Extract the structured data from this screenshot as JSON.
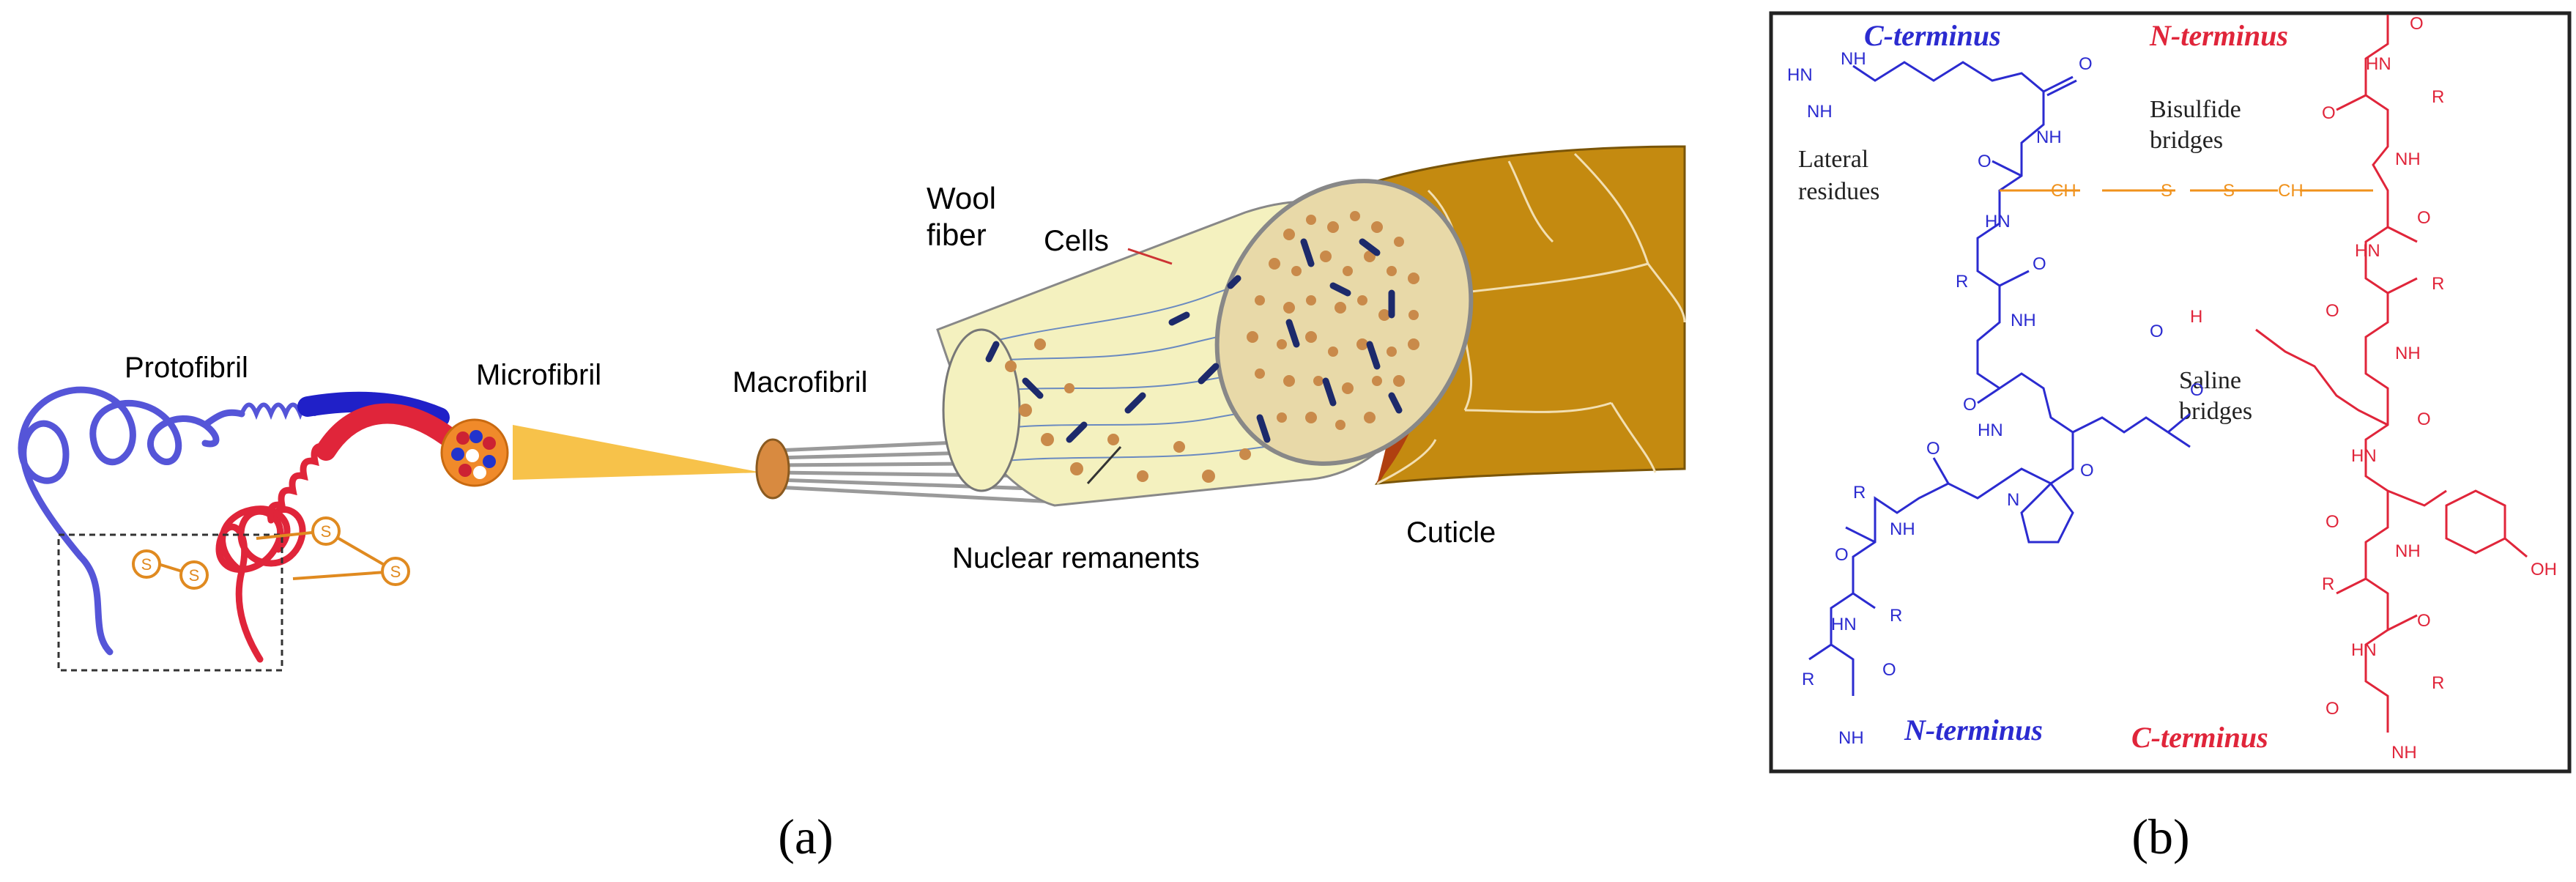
{
  "panel_a": {
    "caption": "(a)",
    "labels": {
      "protofibril": "Protofibril",
      "microfibril": "Microfibril",
      "macrofibril": "Macrofibril",
      "wool_line1": "Wool",
      "wool_line2": "fiber",
      "cells": "Cells",
      "nuclear": "Nuclear remanents",
      "cuticle": "Cuticle"
    },
    "disulfide_symbol": "S"
  },
  "panel_b": {
    "caption": "(b)",
    "c_terminus": "C-terminus",
    "n_terminus": "N-terminus",
    "bisulfide_line1": "Bisulfide",
    "bisulfide_line2": "bridges",
    "saline_line1": "Saline",
    "saline_line2": "bridges",
    "lateral_line1": "Lateral",
    "lateral_line2": "residues",
    "groups": {
      "o": "O",
      "nh": "NH",
      "hn": "HN",
      "r": "R",
      "hn_eq": "HN",
      "nh3": "NH",
      "ch2": "CH",
      "s": "S",
      "h3n": "H",
      "o_minus": "O",
      "oh": "OH",
      "n": "N",
      "nh2": "NH"
    }
  },
  "colors": {
    "blue_chain": "#2b2bd0",
    "red_chain": "#e0253a",
    "orange_bridge": "#f0921c",
    "cuticle_gold": "#c48a10",
    "cortex_cream": "#f4f1bf",
    "cell_brown": "#c98a4a",
    "nucleus_navy": "#1d2a6b"
  }
}
